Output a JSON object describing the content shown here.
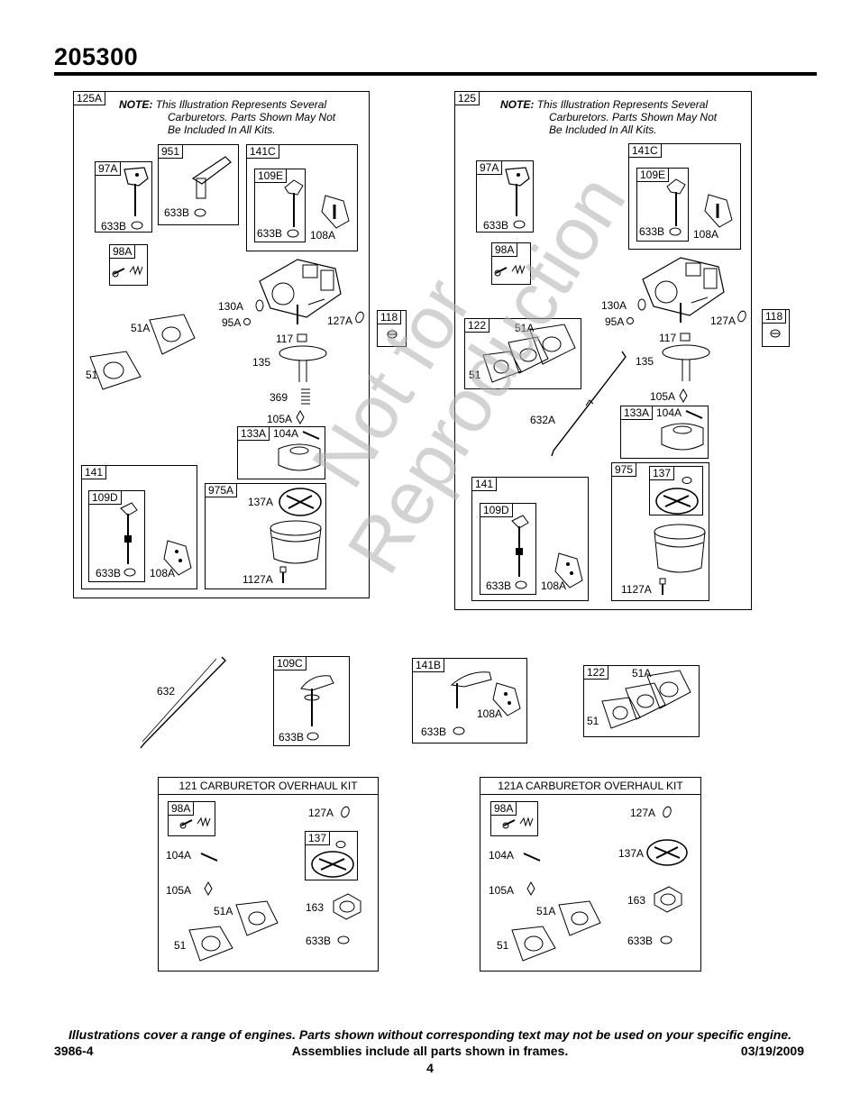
{
  "header": {
    "model": "205300"
  },
  "note": {
    "prefix": "NOTE:",
    "text1": "This Illustration Represents Several",
    "text2": "Carburetors. Parts Shown May Not",
    "text3": "Be Included In All Kits."
  },
  "watermark": {
    "line1": "Not for",
    "line2": "Reproduction"
  },
  "left_assembly": {
    "frame": "125A",
    "f951": "951",
    "f141c": "141C",
    "f109e": "109E",
    "f97a": "97A",
    "f98a": "98A",
    "f118": "118",
    "f133a": "133A",
    "f141": "141",
    "f109d": "109D",
    "f975a": "975A",
    "labels": {
      "l633b_a": "633B",
      "l633b_b": "633B",
      "l633b_c": "633B",
      "l108a": "108A",
      "l130a": "130A",
      "l95a": "95A",
      "l127a": "127A",
      "l51a": "51A",
      "l51": "51",
      "l117": "117",
      "l135": "135",
      "l369": "369",
      "l105a": "105A",
      "l104a": "104A",
      "l633b_d": "633B",
      "l108a_b": "108A",
      "l137a": "137A",
      "l1127a": "1127A"
    }
  },
  "right_assembly": {
    "frame": "125",
    "f141c": "141C",
    "f109e": "109E",
    "f97a": "97A",
    "f98a": "98A",
    "f118": "118",
    "f122": "122",
    "f133a": "133A",
    "f141": "141",
    "f109d": "109D",
    "f975": "975",
    "f137": "137",
    "labels": {
      "l633b_a": "633B",
      "l633b_b": "633B",
      "l108a": "108A",
      "l130a": "130A",
      "l95a": "95A",
      "l127a": "127A",
      "l117": "117",
      "l51a": "51A",
      "l51": "51",
      "l135": "135",
      "l105a": "105A",
      "l632a": "632A",
      "l104a": "104A",
      "l633b_c": "633B",
      "l108a_b": "108A",
      "l1127a": "1127A"
    }
  },
  "loose": {
    "l632": "632",
    "f109c": "109C",
    "l633b_a": "633B",
    "f141b": "141B",
    "l108a": "108A",
    "l633b_b": "633B",
    "f122": "122",
    "l51a": "51A",
    "l51": "51"
  },
  "kit121": {
    "title": "121 CARBURETOR OVERHAUL KIT",
    "f98a": "98A",
    "f137": "137",
    "labels": {
      "l127a": "127A",
      "l104a": "104A",
      "l105a": "105A",
      "l51a": "51A",
      "l51": "51",
      "l163": "163",
      "l633b": "633B"
    }
  },
  "kit121a": {
    "title": "121A CARBURETOR OVERHAUL KIT",
    "f98a": "98A",
    "labels": {
      "l127a": "127A",
      "l104a": "104A",
      "l137a": "137A",
      "l105a": "105A",
      "l163": "163",
      "l51a": "51A",
      "l51": "51",
      "l633b": "633B"
    }
  },
  "footer": {
    "disclaimer": "Illustrations cover a range of engines. Parts shown without corresponding text may not be used on your specific engine.",
    "doc": "3986-4",
    "assemblies": "Assemblies include all parts shown in frames.",
    "date": "03/19/2009",
    "page": "4"
  }
}
